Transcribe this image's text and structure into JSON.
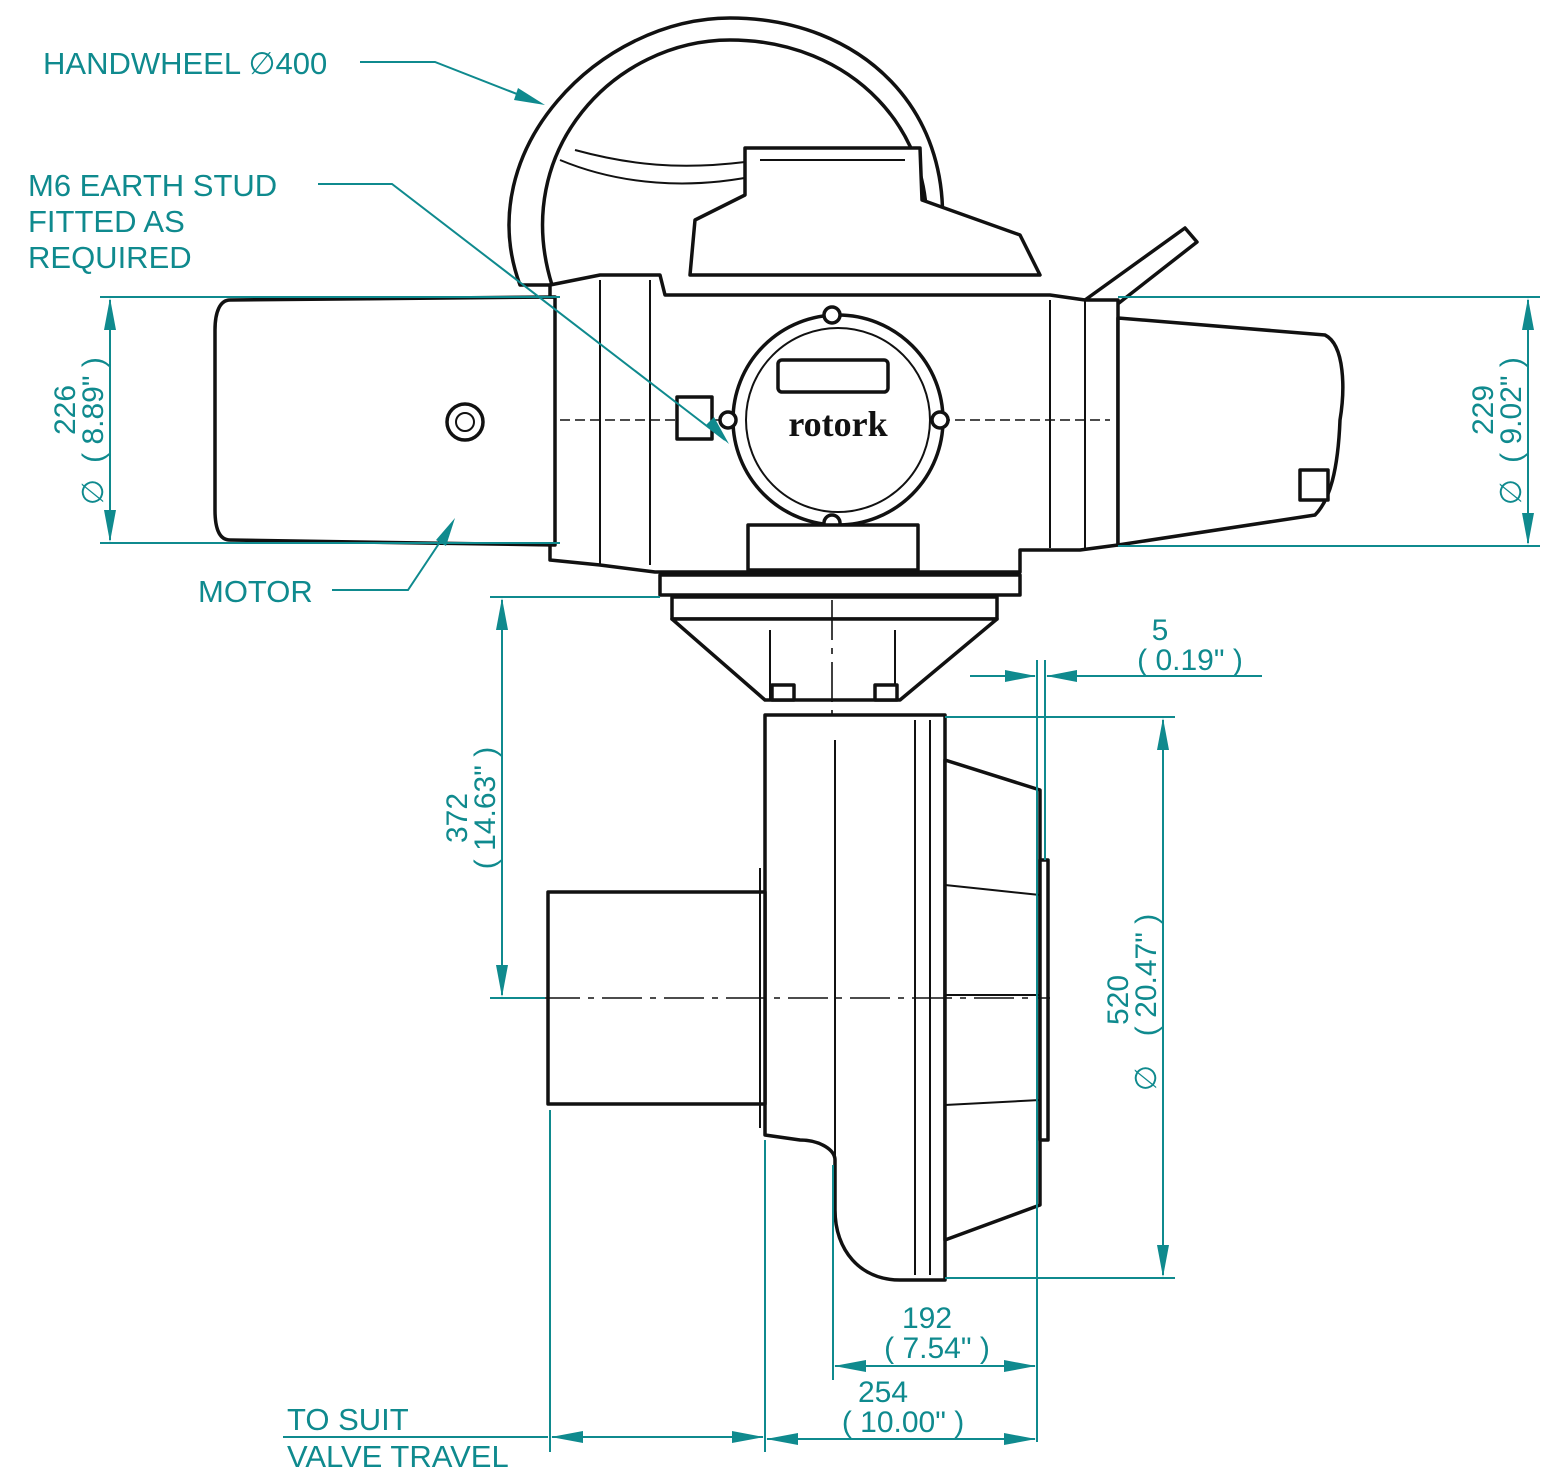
{
  "labels": {
    "handwheel": "HANDWHEEL ∅400",
    "earth_stud": [
      "M6 EARTH STUD",
      "FITTED AS",
      "REQUIRED"
    ],
    "motor": "MOTOR",
    "to_suit": [
      "TO SUIT",
      "VALVE TRAVEL"
    ],
    "logo": "rotork"
  },
  "dimensions": {
    "motor_dia": {
      "symbol": "∅",
      "mm": "226",
      "inch": "( 8.89\" )"
    },
    "right_dia": {
      "symbol": "∅",
      "mm": "229",
      "inch": "( 9.02\" )"
    },
    "height_372": {
      "mm": "372",
      "inch": "( 14.63\" )"
    },
    "gap_5": {
      "mm": "5",
      "inch": "( 0.19\" )"
    },
    "gearbox_dia": {
      "symbol": "∅",
      "mm": "520",
      "inch": "( 20.47\" )"
    },
    "width_192": {
      "mm": "192",
      "inch": "( 7.54\" )"
    },
    "width_254": {
      "mm": "254",
      "inch": "( 10.00\" )"
    }
  },
  "colors": {
    "dimension": "#0f8a8e",
    "linework": "#111111"
  }
}
